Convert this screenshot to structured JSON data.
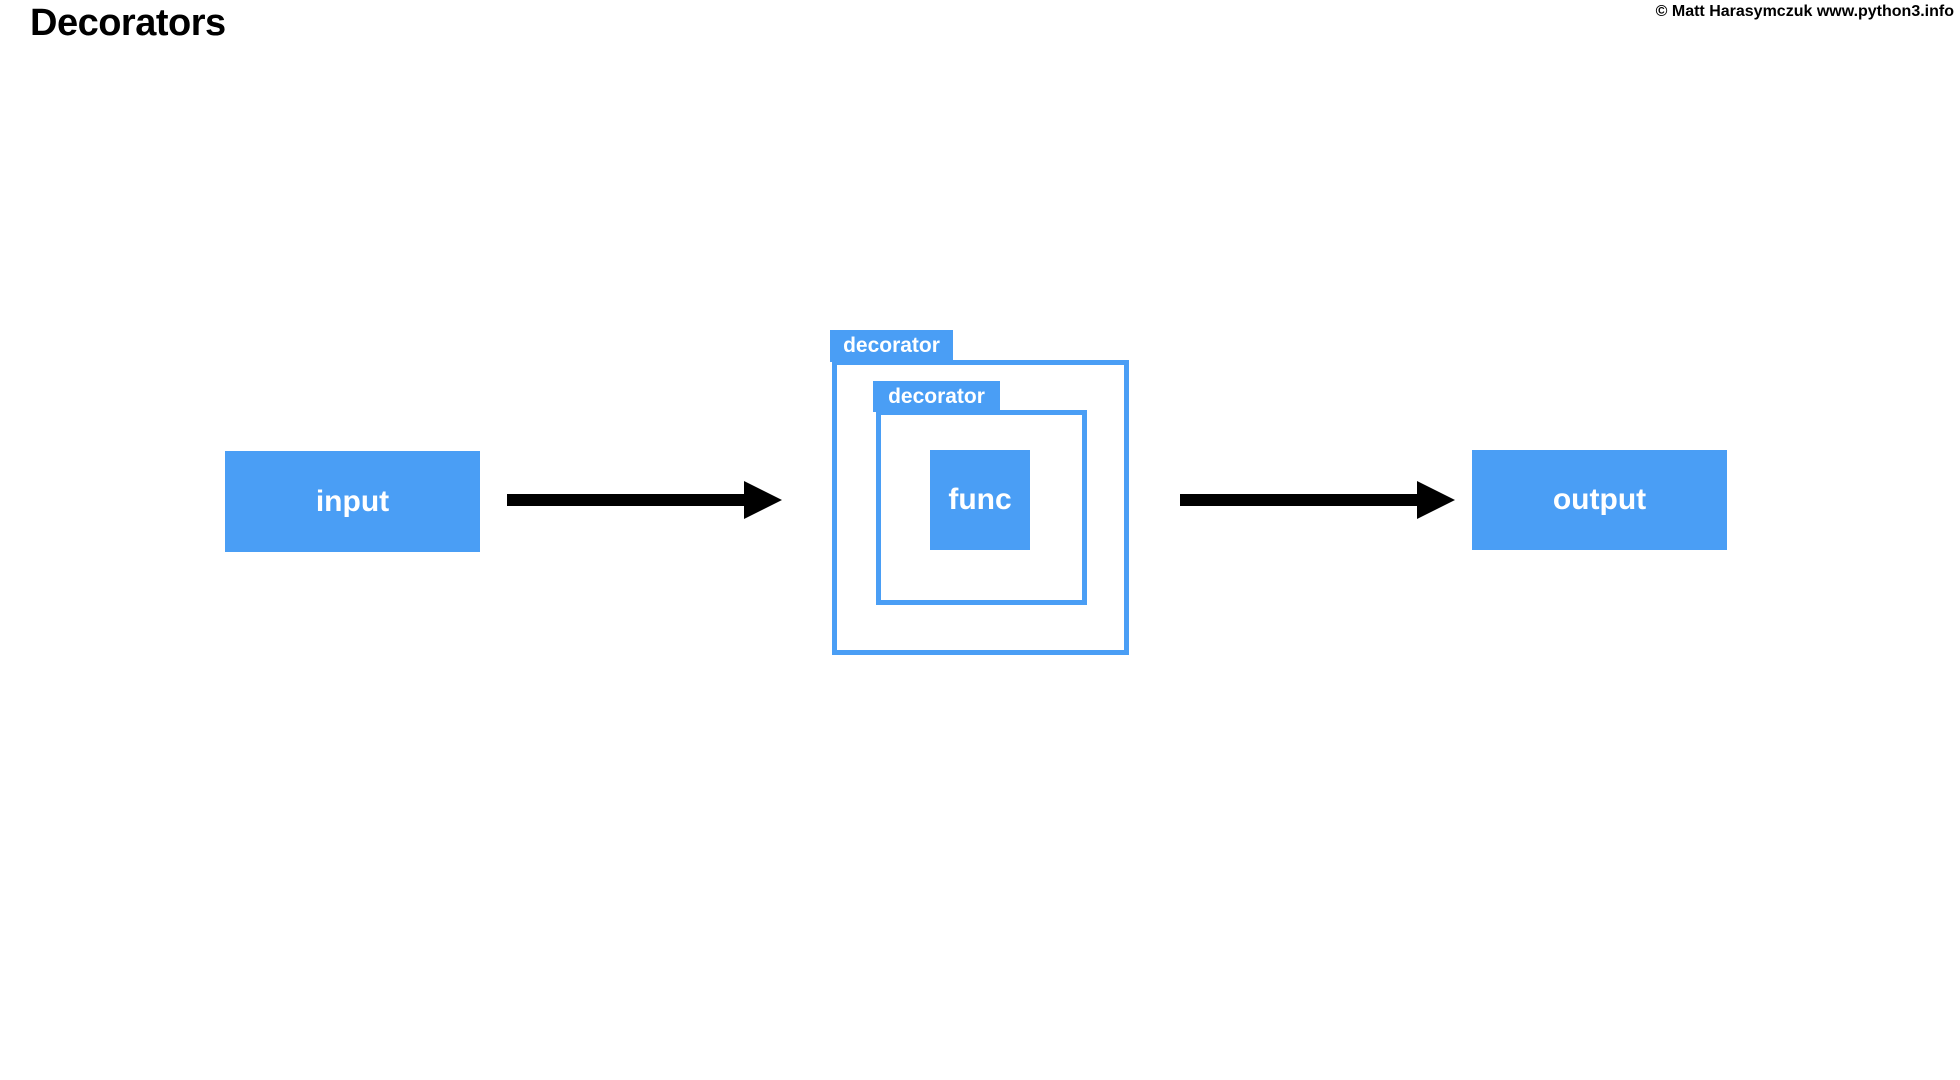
{
  "slide": {
    "title": "Decorators",
    "copyright": "© Matt Harasymczuk www.python3.info"
  },
  "colors": {
    "accent_blue": "#4A9EF5",
    "arrow_black": "#000000",
    "text_on_blue": "#FFFFFF",
    "background": "#FFFFFF"
  },
  "diagram": {
    "input": {
      "label": "input"
    },
    "outer_decorator": {
      "label": "decorator"
    },
    "inner_decorator": {
      "label": "decorator"
    },
    "func": {
      "label": "func"
    },
    "output": {
      "label": "output"
    },
    "arrows": [
      {
        "name": "input-to-decorator",
        "direction": "right"
      },
      {
        "name": "decorator-to-output",
        "direction": "right"
      }
    ]
  }
}
